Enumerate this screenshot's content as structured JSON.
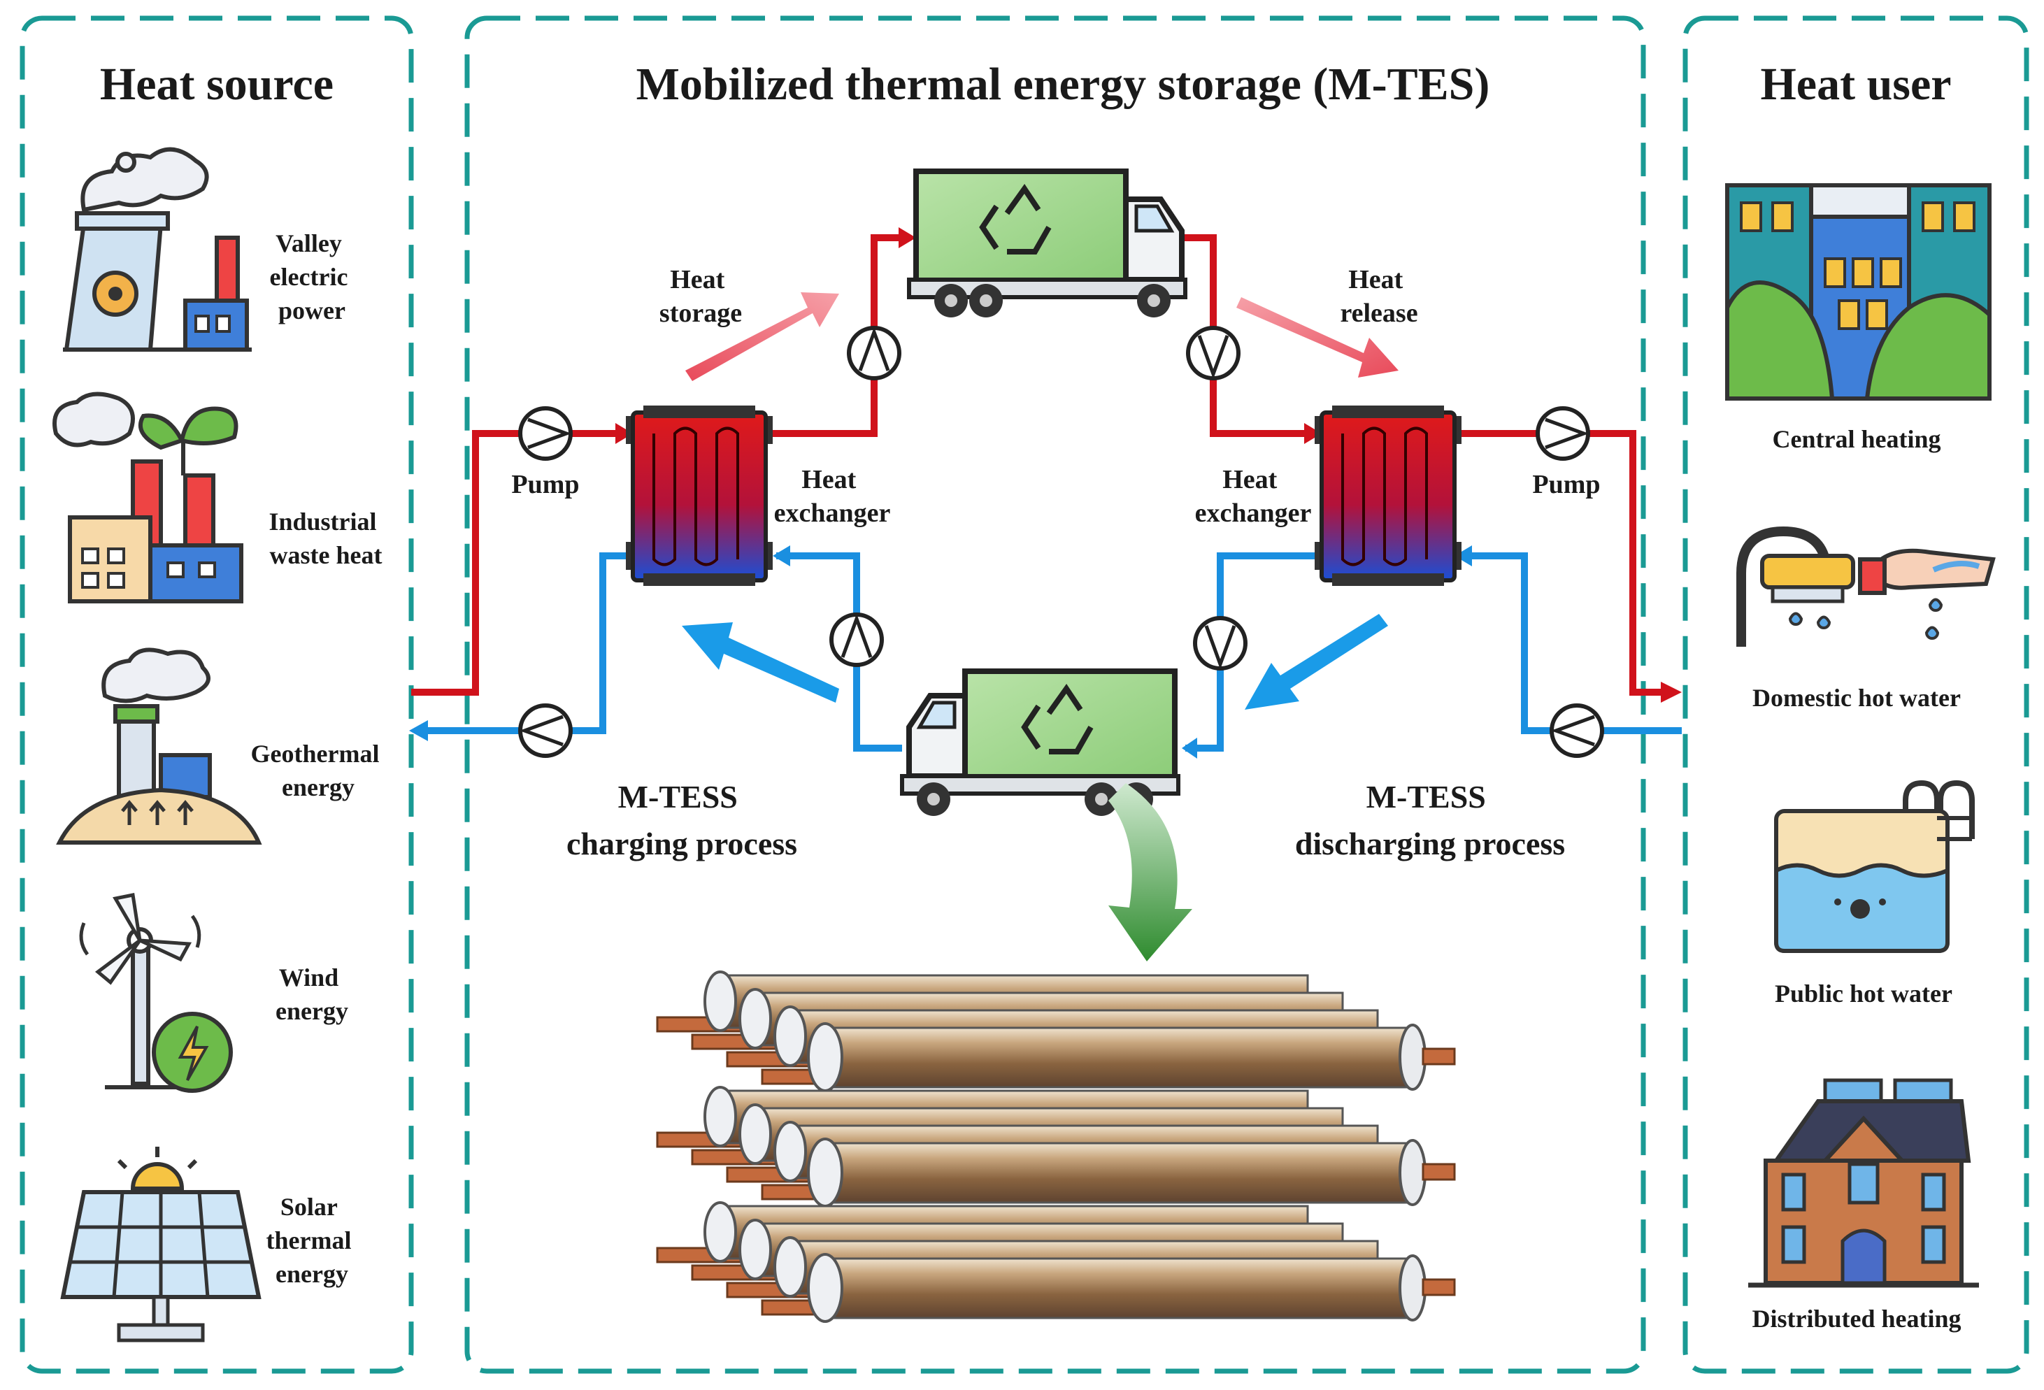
{
  "panels": {
    "heat_source": {
      "title": "Heat source",
      "items": [
        {
          "label_lines": [
            "Valley",
            "electric",
            "power"
          ],
          "icon": "power-plant-icon"
        },
        {
          "label_lines": [
            "Industrial",
            "waste heat"
          ],
          "icon": "factory-icon"
        },
        {
          "label_lines": [
            "Geothermal",
            "energy"
          ],
          "icon": "geothermal-icon"
        },
        {
          "label_lines": [
            "Wind",
            "energy"
          ],
          "icon": "wind-turbine-icon"
        },
        {
          "label_lines": [
            "Solar",
            "thermal",
            "energy"
          ],
          "icon": "solar-panel-icon"
        }
      ]
    },
    "mtes": {
      "title": "Mobilized thermal energy storage (M-TES)",
      "heat_storage_lines": [
        "Heat",
        "storage"
      ],
      "heat_release_lines": [
        "Heat",
        "release"
      ],
      "pump_left": "Pump",
      "pump_right": "Pump",
      "hx_left_lines": [
        "Heat",
        "exchanger"
      ],
      "hx_right_lines": [
        "Heat",
        "exchanger"
      ],
      "charging_lines": [
        "M-TESS",
        "charging process"
      ],
      "discharging_lines": [
        "M-TESS",
        "discharging process"
      ]
    },
    "heat_user": {
      "title": "Heat user",
      "items": [
        {
          "label": "Central heating",
          "icon": "apartment-building-icon"
        },
        {
          "label": "Domestic hot water",
          "icon": "faucet-icon"
        },
        {
          "label": "Public hot water",
          "icon": "pool-icon"
        },
        {
          "label": "Distributed heating",
          "icon": "house-icon"
        }
      ]
    }
  },
  "colors": {
    "hot_line": "#d0121b",
    "cold_line": "#1a8fe0",
    "panel_border": "#1a9a94",
    "truck_body": "#9fd68d",
    "recycle_arrow_green": "#2e8b2e"
  }
}
